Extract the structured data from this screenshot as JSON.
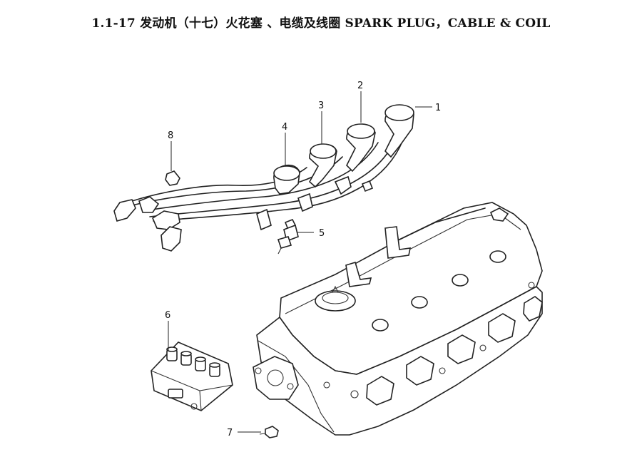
{
  "title": "1.1-17 发动机（十七）火花塞 、电缆及线圈 SPARK PLUG，CABLE & COIL",
  "callouts": [
    {
      "id": "1",
      "label": "1"
    },
    {
      "id": "2",
      "label": "2"
    },
    {
      "id": "3",
      "label": "3"
    },
    {
      "id": "4",
      "label": "4"
    },
    {
      "id": "5",
      "label": "5"
    },
    {
      "id": "6",
      "label": "6"
    },
    {
      "id": "7",
      "label": "7"
    },
    {
      "id": "8",
      "label": "8"
    }
  ]
}
